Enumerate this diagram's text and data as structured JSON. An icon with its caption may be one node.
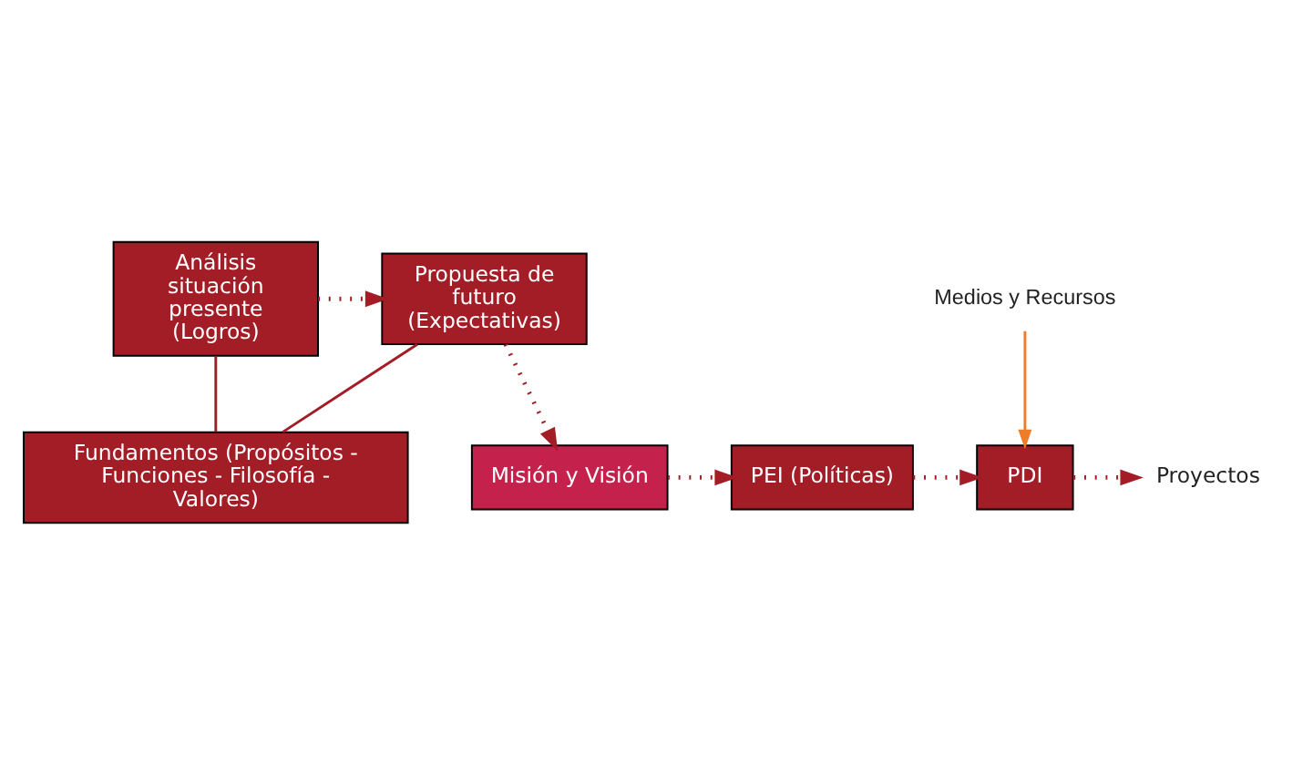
{
  "diagram": {
    "nodes": [
      {
        "text": [
          "Análisis situación presente (Logros)"
        ]
      },
      {
        "text": [
          "Propuesta de futuro (Expectativas)"
        ]
      },
      {
        "text": [
          "Fundamentos (Propósitos - Funciones - Filosofía - Valores)"
        ]
      },
      {
        "text": [
          "Misión y Visión"
        ]
      },
      {
        "text": [
          "PEI (Políticas)"
        ]
      },
      {
        "text": [
          "PDI"
        ]
      },
      {
        "text": [
          "Proyectos"
        ]
      },
      {
        "text": [
          "Medios y Recursos"
        ]
      }
    ],
    "edges": [
      {
        "from": 0,
        "to": 1,
        "arrow": "to",
        "style": "dashed"
      },
      {
        "from": 0,
        "to": 2,
        "arrow": "none"
      },
      {
        "from": 1,
        "to": 2,
        "arrow": "none"
      },
      {
        "from": 1,
        "to": 3,
        "arrow": "to",
        "style": "dashed"
      },
      {
        "from": 3,
        "to": 4,
        "arrow": "to",
        "style": "dashed"
      },
      {
        "from": 4,
        "to": 5,
        "arrow": "to",
        "style": "dashed"
      },
      {
        "from": 5,
        "to": 6,
        "arrow": "to",
        "style": "dashed"
      },
      {
        "from": 7,
        "to": 5,
        "arrow": "to",
        "color": "#f07c2a"
      }
    ]
  }
}
